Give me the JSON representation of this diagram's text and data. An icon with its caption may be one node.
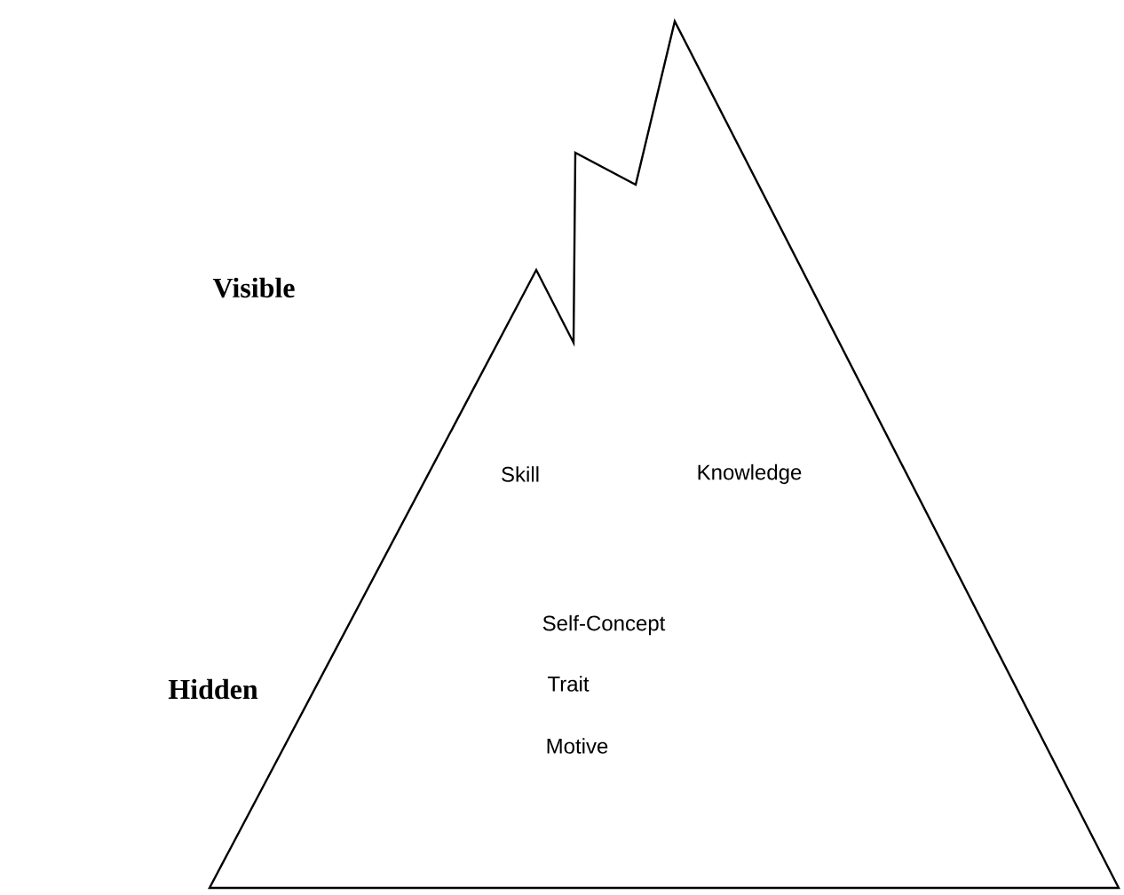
{
  "diagram": {
    "nodes": [
      {
        "text": [
          "Skill",
          "Knowledge",
          "Self-Concept",
          "Trait",
          "Motive"
        ]
      }
    ],
    "labels": [
      "Visible",
      "Hidden"
    ]
  }
}
